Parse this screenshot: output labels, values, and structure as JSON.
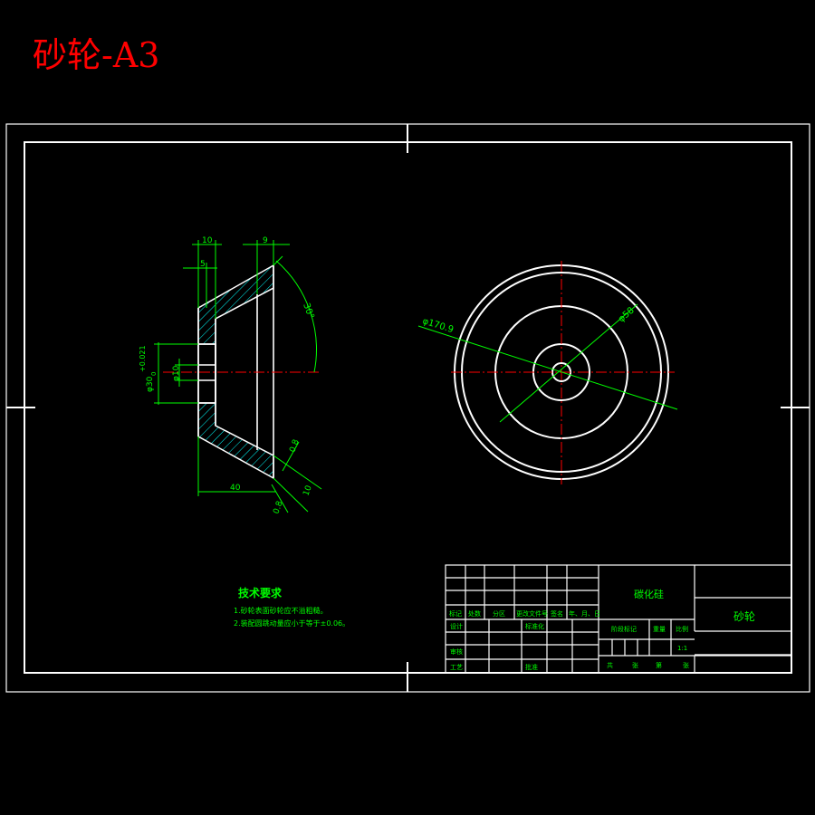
{
  "sheet_title": "砂轮-A3",
  "colors": {
    "background": "#000000",
    "frame": "#ffffff",
    "dimension": "#00ff00",
    "centerline": "#ff0000",
    "hatch": "#00ffff",
    "title_text": "#ff0000"
  },
  "dimensions": {
    "top_width_1": "10",
    "top_width_2": "9",
    "top_offset": "5",
    "angle": "30°",
    "bore_dia": "φ30",
    "bore_tol": "+0.021",
    "bore_tol_low": "0",
    "inner_dia": "φ10",
    "bottom_len": "40",
    "edge_1": "0.8",
    "edge_2": "0.8",
    "edge_3": "10",
    "outer_dia": "φ170.9",
    "mid_dia": "φ58"
  },
  "notes": {
    "heading": "技术要求",
    "items": [
      "1.砂轮表面砂轮应不溢粗糙。",
      "2.装配圆跳动量应小于等于±0.06。"
    ]
  },
  "title_block": {
    "material": "碳化硅",
    "part_name": "砂轮",
    "header_row": [
      "标记",
      "处数",
      "分区",
      "更改文件号",
      "签名",
      "年、月、日"
    ],
    "design_label": "设计",
    "standardize_label": "标准化",
    "review_label": "审核",
    "process_label": "工艺",
    "approve_label": "批准",
    "stage_label": "阶段标记",
    "weight_label": "重量",
    "scale_label": "比例",
    "scale_value": "1:1",
    "sheets_total": "共",
    "sheets_unit_1": "张",
    "sheets_nth": "第",
    "sheets_unit_2": "张"
  }
}
